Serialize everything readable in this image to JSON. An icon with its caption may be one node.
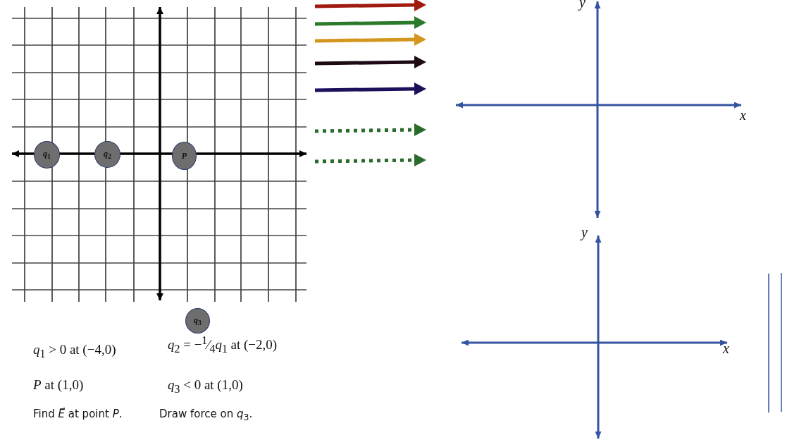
{
  "diagram": {
    "nodes": [
      {
        "text": [
          "*q*$_{1}$"
        ]
      },
      {
        "text": [
          "*q*$_{2}$"
        ]
      },
      {
        "text": [
          "*P*"
        ]
      },
      {
        "text": [
          "*q*$_{3}$"
        ]
      }
    ],
    "labels": [
      "y",
      "x",
      "y",
      "x",
      "*q*$_{1}$ > 0  at (−4,0)",
      "*q*$_{2}$ = −$^{1}$⁄$_{4}$*q*$_{1}$  at (−2,0)",
      "*P* at (1,0)",
      "*q*$_{3}$ < 0  at (1,0)",
      "Find *E⃗* at point *P*.",
      "Draw force on *q*$_{3}$."
    ]
  }
}
